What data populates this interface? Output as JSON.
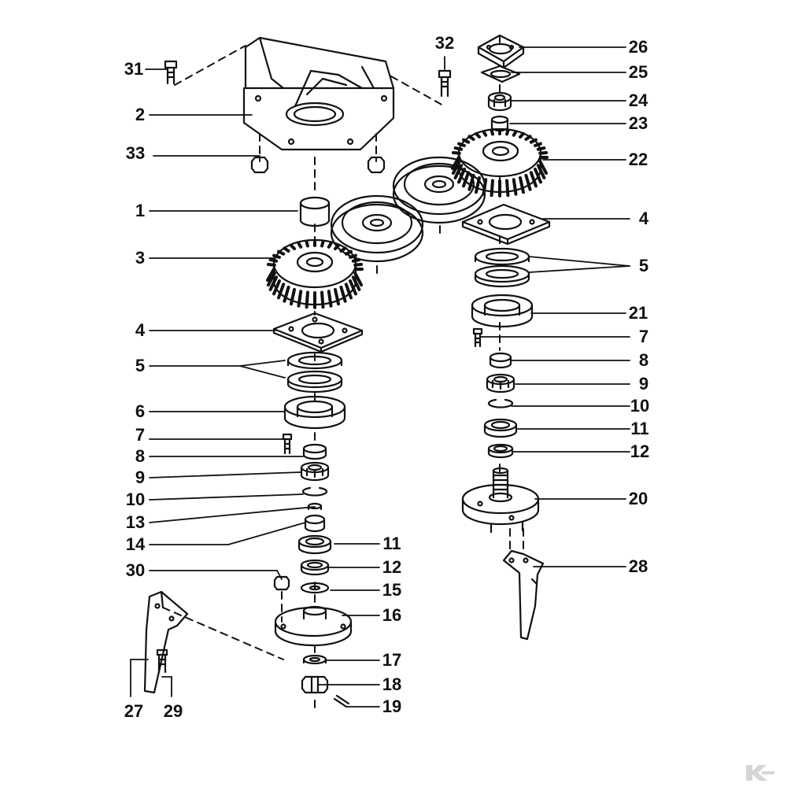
{
  "callouts": {
    "left": [
      "31",
      "2",
      "33",
      "1",
      "3",
      "4",
      "5",
      "6",
      "7",
      "8",
      "9",
      "10",
      "13",
      "14",
      "30",
      "27",
      "29"
    ],
    "center": [
      "11",
      "12",
      "15",
      "16",
      "17",
      "18",
      "19",
      "32"
    ],
    "right": [
      "26",
      "25",
      "24",
      "23",
      "22",
      "4",
      "5",
      "21",
      "7",
      "8",
      "9",
      "10",
      "11",
      "12",
      "20",
      "28"
    ]
  },
  "watermark": {
    "icon": "k-logo-icon",
    "color": "#d5d5d5"
  },
  "ink_color": "#111111"
}
